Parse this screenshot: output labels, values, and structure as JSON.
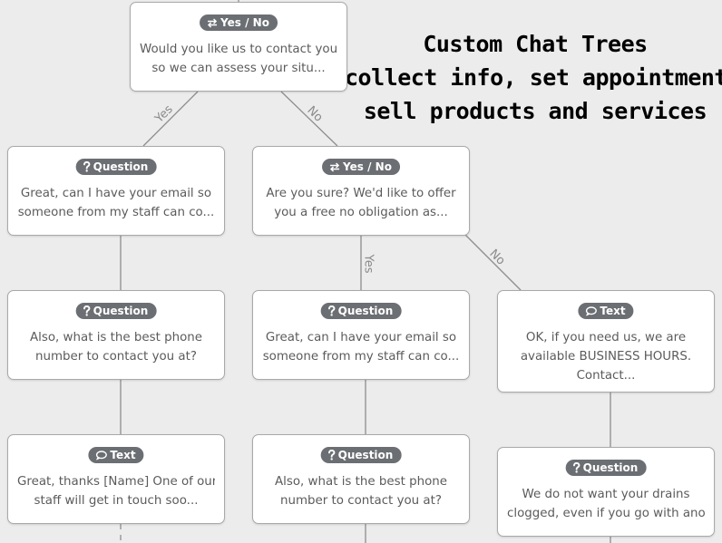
{
  "headline": {
    "lines": [
      "Custom Chat Trees",
      "collect info, set appointments",
      "sell products and services"
    ]
  },
  "badge_types": {
    "yesno": {
      "label": "Yes / No",
      "icon": "arrows-exchange-icon"
    },
    "question": {
      "label": "Question",
      "icon": "question-mark-icon"
    },
    "text": {
      "label": "Text",
      "icon": "speech-bubble-icon"
    }
  },
  "nodes": [
    {
      "id": "n1",
      "type": "yesno",
      "badge": "Yes / No",
      "line1": "Would you like us to contact you,",
      "line2": "so we can assess your situ..."
    },
    {
      "id": "n2",
      "type": "question",
      "badge": "Question",
      "line1": "Great, can I have your email so",
      "line2": "someone from my staff can co..."
    },
    {
      "id": "n3",
      "type": "yesno",
      "badge": "Yes / No",
      "line1": "Are you sure? We'd like to offer",
      "line2": "you a free no obligation as..."
    },
    {
      "id": "n4",
      "type": "question",
      "badge": "Question",
      "line1": "Also, what is the best phone",
      "line2": "number to contact you at?"
    },
    {
      "id": "n5",
      "type": "question",
      "badge": "Question",
      "line1": "Great, can I have your email so",
      "line2": "someone from my staff can co..."
    },
    {
      "id": "n6",
      "type": "text",
      "badge": "Text",
      "line1": "OK, if you need us, we are",
      "line2": "available BUSINESS HOURS.",
      "line3": "Contact..."
    },
    {
      "id": "n7",
      "type": "text",
      "badge": "Text",
      "line1": "Great, thanks [Name] One of our",
      "line2": "staff will get in touch soo..."
    },
    {
      "id": "n8",
      "type": "question",
      "badge": "Question",
      "line1": "Also, what is the best phone",
      "line2": "number to contact you at?"
    },
    {
      "id": "n9",
      "type": "question",
      "badge": "Question",
      "line1": "We do not want your drains",
      "line2": "clogged, even if you go with anot..."
    }
  ],
  "edges": [
    {
      "from": "n1",
      "to": "n2",
      "label": "Yes"
    },
    {
      "from": "n1",
      "to": "n3",
      "label": "No"
    },
    {
      "from": "n2",
      "to": "n4",
      "label": ""
    },
    {
      "from": "n3",
      "to": "n5",
      "label": "Yes"
    },
    {
      "from": "n3",
      "to": "n6",
      "label": "No"
    },
    {
      "from": "n4",
      "to": "n7",
      "label": ""
    },
    {
      "from": "n5",
      "to": "n8",
      "label": ""
    },
    {
      "from": "n6",
      "to": "n9",
      "label": ""
    }
  ],
  "colors": {
    "background": "#ececec",
    "node_fill": "#ffffff",
    "node_border": "#a9a9a9",
    "badge_fill": "#6b6e72",
    "badge_text": "#ffffff",
    "node_text": "#5b5b5b",
    "edge": "#8e8e8e",
    "headline": "#000000"
  }
}
